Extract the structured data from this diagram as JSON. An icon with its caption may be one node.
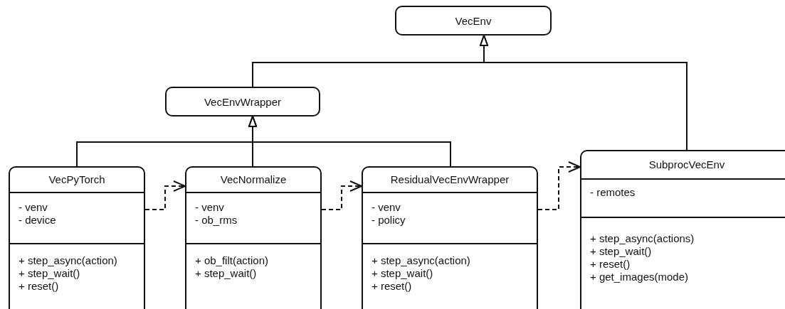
{
  "diagram": {
    "nodes": [
      {
        "text": [
          "VecEnv"
        ]
      },
      {
        "text": [
          "VecEnvWrapper"
        ]
      },
      {
        "text": [
          "VecPyTorch",
          "- venv",
          "- device",
          "+ step_async(action)",
          "+ step_wait()",
          "+ reset()"
        ]
      },
      {
        "text": [
          "VecNormalize",
          "- venv",
          "- ob_rms",
          "+ ob_filt(action)",
          "+ step_wait()"
        ]
      },
      {
        "text": [
          "ResidualVecEnvWrapper",
          "- venv",
          "- policy",
          "+ step_async(action)",
          "+ step_wait()",
          "+ reset()"
        ]
      },
      {
        "text": [
          "SubprocVecEnv",
          "- remotes",
          "+ step_async(actions)",
          "+ step_wait()",
          "+ reset()",
          "+ get_images(mode)"
        ]
      }
    ],
    "edges": [
      {
        "from": 1,
        "to": 0,
        "arrow": "to"
      },
      {
        "from": 5,
        "to": 0,
        "arrow": "to"
      },
      {
        "from": 2,
        "to": 1,
        "arrow": "to"
      },
      {
        "from": 3,
        "to": 1,
        "arrow": "to"
      },
      {
        "from": 4,
        "to": 1,
        "arrow": "to"
      },
      {
        "from": 2,
        "to": 3,
        "arrow": "to",
        "style": "dashed"
      },
      {
        "from": 3,
        "to": 4,
        "arrow": "to",
        "style": "dashed"
      },
      {
        "from": 4,
        "to": 5,
        "arrow": "to",
        "style": "dashed"
      }
    ]
  }
}
